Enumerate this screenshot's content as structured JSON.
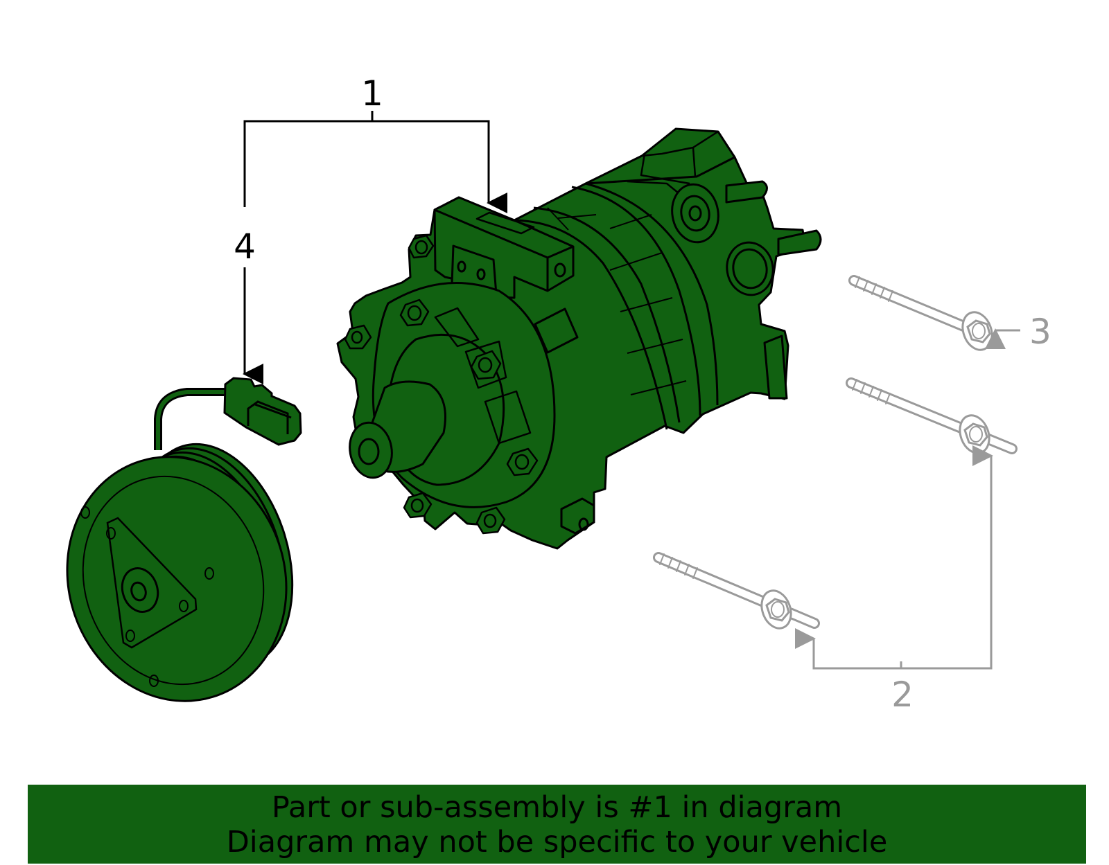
{
  "diagram": {
    "callouts": {
      "c1": "1",
      "c2": "2",
      "c3": "3",
      "c4": "4"
    },
    "colors": {
      "highlight_fill": "#116111",
      "line": "#000000",
      "secondary_line": "#9a9a9a",
      "banner_background": "#116111"
    },
    "parts": {
      "compressor_assembly": "compressor-assembly",
      "clutch_pulley": "clutch-pulley",
      "connector": "connector",
      "bolts": "mounting-bolts"
    }
  },
  "banner": {
    "line1": "Part or sub-assembly is #1 in diagram",
    "line2": "Diagram may not be specific to your vehicle"
  }
}
